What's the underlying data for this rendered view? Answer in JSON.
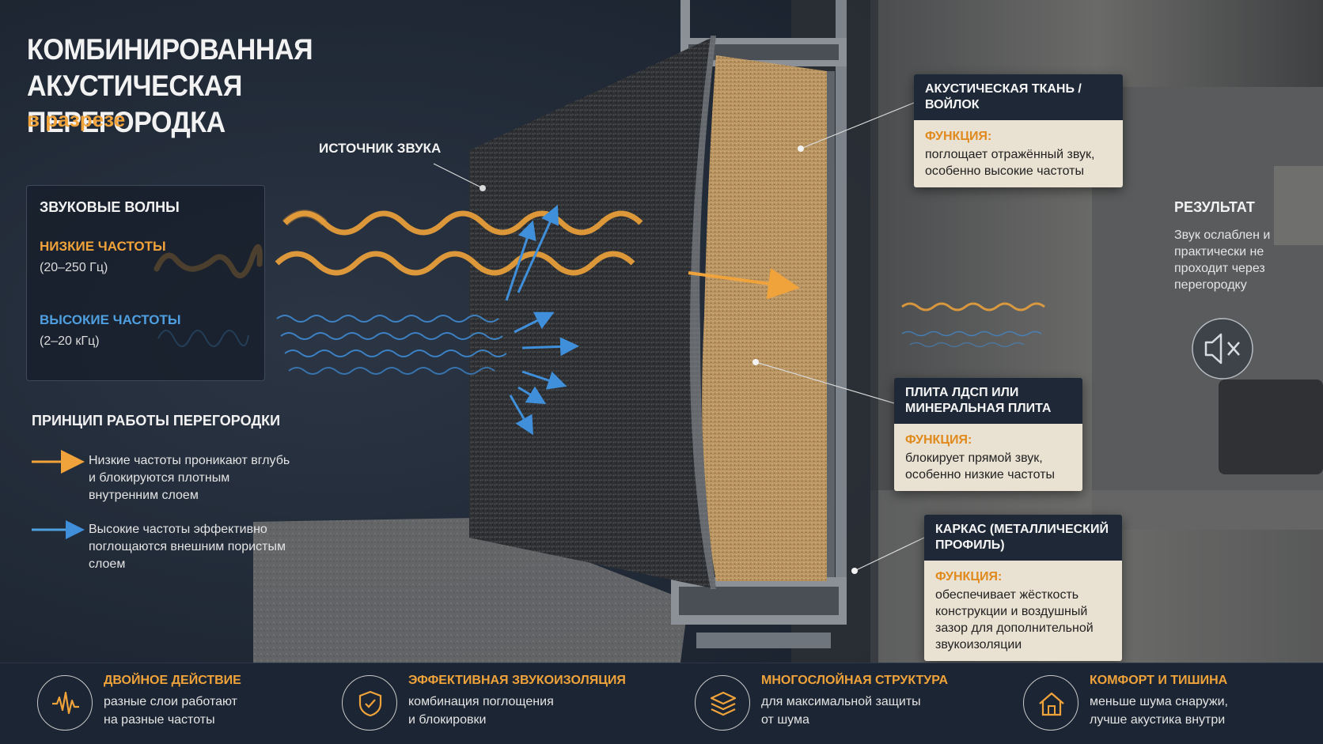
{
  "title": "Комбинированная акустическая перегородка",
  "subtitle": "в разрезе",
  "sound_source_label": "ИСТОЧНИК ЗВУКА",
  "waves_legend": {
    "title": "ЗВУКОВЫЕ ВОЛНЫ",
    "low_label": "НИЗКИЕ ЧАСТОТЫ",
    "low_range": "(20–250 Гц)",
    "high_label": "ВЫСОКИЕ ЧАСТОТЫ",
    "high_range": "(2–20 кГц)"
  },
  "principle": {
    "title": "ПРИНЦИП РАБОТЫ ПЕРЕГОРОДКИ",
    "low_text": "Низкие частоты проникают вглубь и блокируются плотным внутренним слоем",
    "high_text": "Высокие частоты эффективно поглощаются внешним пористым слоем"
  },
  "callouts": [
    {
      "title": "АКУСТИЧЕСКАЯ ТКАНЬ / ВОЙЛОК",
      "function_label": "ФУНКЦИЯ:",
      "description": "поглощает отражённый звук, особенно высокие частоты"
    },
    {
      "title": "ПЛИТА ЛДСП ИЛИ МИНЕРАЛЬНАЯ ПЛИТА",
      "function_label": "ФУНКЦИЯ:",
      "description": "блокирует прямой звук, особенно низкие частоты"
    },
    {
      "title": "КАРКАС (МЕТАЛЛИЧЕСКИЙ ПРОФИЛЬ)",
      "function_label": "ФУНКЦИЯ:",
      "description": "обеспечивает жёсткость конструкции и воздушный зазор для дополнительной звукоизоляции"
    }
  ],
  "result": {
    "title": "РЕЗУЛЬТАТ",
    "text": "Звук ослаблен и практически не проходит через перегородку"
  },
  "features": [
    {
      "icon": "waveform-icon",
      "title": "ДВОЙНОЕ ДЕЙСТВИЕ",
      "line1": "разные слои работают",
      "line2": "на разные частоты"
    },
    {
      "icon": "shield-check-icon",
      "title": "ЭФФЕКТИВНАЯ ЗВУКОИЗОЛЯЦИЯ",
      "line1": "комбинация поглощения",
      "line2": "и блокировки"
    },
    {
      "icon": "layers-icon",
      "title": "МНОГОСЛОЙНАЯ СТРУКТУРА",
      "line1": "для максимальной защиты",
      "line2": "от шума"
    },
    {
      "icon": "home-icon",
      "title": "КОМФОРТ И ТИШИНА",
      "line1": "меньше шума снаружи,",
      "line2": "лучше акустика внутри"
    }
  ],
  "colors": {
    "low_frequency": "#f0a33a",
    "high_frequency": "#4f9fe0",
    "panel_dark": "#1e2836",
    "callout_body": "#e9e1d2"
  }
}
